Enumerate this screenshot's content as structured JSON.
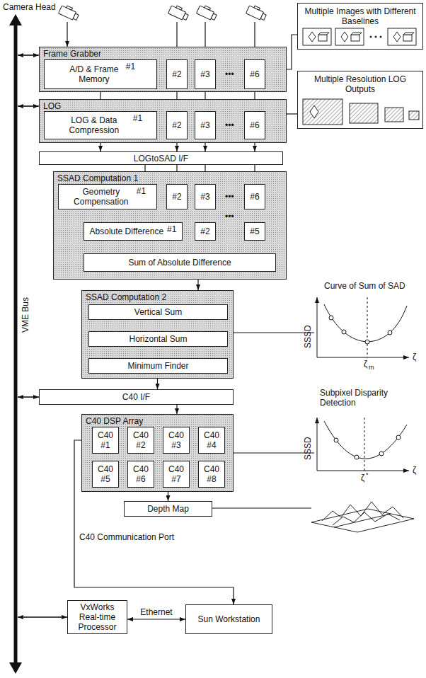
{
  "diagram": {
    "nodes": [
      {
        "text": [
          "Frame Grabber"
        ]
      },
      {
        "text": [
          "A/D & Frame Memory",
          "#1"
        ],
        "in": 0
      },
      {
        "text": [
          "#2"
        ],
        "in": 0
      },
      {
        "text": [
          "#3"
        ],
        "in": 0
      },
      {
        "text": [
          "#6"
        ],
        "in": 0
      },
      {
        "text": [
          "Multiple Images with Different Baselines"
        ]
      },
      {
        "text": [
          "LOG"
        ]
      },
      {
        "text": [
          "LOG & Data Compression",
          "#1"
        ],
        "in": 6
      },
      {
        "text": [
          "#2"
        ],
        "in": 6
      },
      {
        "text": [
          "#3"
        ],
        "in": 6
      },
      {
        "text": [
          "#6"
        ],
        "in": 6
      },
      {
        "text": [
          "Multiple Resolution LOG Outputs"
        ]
      },
      {
        "text": [
          "LOGtoSAD I/F"
        ]
      },
      {
        "text": [
          "SSAD Computation 1"
        ]
      },
      {
        "text": [
          "Geometry Compensation",
          "#1"
        ],
        "in": 13
      },
      {
        "text": [
          "#2"
        ],
        "in": 13
      },
      {
        "text": [
          "#3"
        ],
        "in": 13
      },
      {
        "text": [
          "#6"
        ],
        "in": 13
      },
      {
        "text": [
          "Absolute Difference",
          "#1"
        ],
        "in": 13
      },
      {
        "text": [
          "#2"
        ],
        "in": 13
      },
      {
        "text": [
          "#5"
        ],
        "in": 13
      },
      {
        "text": [
          "Sum of Absolute Difference"
        ],
        "in": 13
      },
      {
        "text": [
          "SSAD Computation 2"
        ]
      },
      {
        "text": [
          "Vertical Sum"
        ],
        "in": 22
      },
      {
        "text": [
          "Horizontal Sum"
        ],
        "in": 22
      },
      {
        "text": [
          "Minimum Finder"
        ],
        "in": 22
      },
      {
        "text": [
          "C40 I/F"
        ]
      },
      {
        "text": [
          "C40 DSP Array"
        ]
      },
      {
        "text": [
          "C40 #1"
        ],
        "in": 27
      },
      {
        "text": [
          "C40 #2"
        ],
        "in": 27
      },
      {
        "text": [
          "C40 #3"
        ],
        "in": 27
      },
      {
        "text": [
          "C40 #4"
        ],
        "in": 27
      },
      {
        "text": [
          "C40 #5"
        ],
        "in": 27
      },
      {
        "text": [
          "C40 #6"
        ],
        "in": 27
      },
      {
        "text": [
          "C40 #7"
        ],
        "in": 27
      },
      {
        "text": [
          "C40 #8"
        ],
        "in": 27
      },
      {
        "text": [
          "Depth Map"
        ]
      },
      {
        "text": [
          "VxWorks Real-time Processor"
        ]
      },
      {
        "text": [
          "Sun Workstation"
        ]
      }
    ],
    "edges": [
      {
        "from": 1,
        "to": 7,
        "arrow": "to"
      },
      {
        "from": 2,
        "to": 8,
        "arrow": "to"
      },
      {
        "from": 3,
        "to": 9,
        "arrow": "to"
      },
      {
        "from": 4,
        "to": 10,
        "arrow": "to"
      },
      {
        "from": 7,
        "to": 12,
        "arrow": "to"
      },
      {
        "from": 8,
        "to": 12,
        "arrow": "to"
      },
      {
        "from": 9,
        "to": 12,
        "arrow": "to"
      },
      {
        "from": 10,
        "to": 12,
        "arrow": "to"
      },
      {
        "from": 12,
        "to": 14,
        "arrow": "to"
      },
      {
        "from": 12,
        "to": 15,
        "arrow": "to"
      },
      {
        "from": 12,
        "to": 16,
        "arrow": "to"
      },
      {
        "from": 12,
        "to": 17,
        "arrow": "to"
      },
      {
        "from": 14,
        "to": 18,
        "arrow": "to"
      },
      {
        "from": 15,
        "to": 18,
        "arrow": "to"
      },
      {
        "from": 16,
        "to": 19,
        "arrow": "to"
      },
      {
        "from": 17,
        "to": 20,
        "arrow": "to"
      },
      {
        "from": 18,
        "to": 19,
        "arrow": "to"
      },
      {
        "from": 19,
        "to": 20,
        "arrow": "to"
      },
      {
        "from": 18,
        "to": 21,
        "arrow": "to"
      },
      {
        "from": 19,
        "to": 21,
        "arrow": "to"
      },
      {
        "from": 20,
        "to": 21,
        "arrow": "to"
      },
      {
        "from": 13,
        "to": 22,
        "arrow": "to"
      },
      {
        "from": 22,
        "to": 26,
        "arrow": "to"
      },
      {
        "from": 26,
        "to": 27,
        "arrow": "to"
      },
      {
        "from": 27,
        "to": 36,
        "arrow": "to"
      },
      {
        "from": 28,
        "to": 29,
        "arrow": "none"
      },
      {
        "from": 29,
        "to": 30,
        "arrow": "none"
      },
      {
        "from": 30,
        "to": 31,
        "arrow": "none"
      },
      {
        "from": 32,
        "to": 33,
        "arrow": "none"
      },
      {
        "from": 33,
        "to": 34,
        "arrow": "none"
      },
      {
        "from": 34,
        "to": 35,
        "arrow": "none"
      },
      {
        "from": 28,
        "to": 32,
        "arrow": "none"
      },
      {
        "from": 29,
        "to": 33,
        "arrow": "none"
      },
      {
        "from": 30,
        "to": 34,
        "arrow": "none"
      },
      {
        "from": 31,
        "to": 35,
        "arrow": "none"
      },
      {
        "from": 28,
        "to": 38,
        "arrow": "both"
      },
      {
        "from": 37,
        "to": 38,
        "label": "Ethernet",
        "arrow": "both"
      },
      {
        "from": 0,
        "to": 5,
        "arrow": "none"
      },
      {
        "from": 6,
        "to": 11,
        "arrow": "none"
      }
    ],
    "labels": [
      "Camera Head",
      "VME Bus",
      "•••",
      "•••",
      "•••",
      "•••",
      "Curve of Sum of SAD",
      "SSSD",
      "ζ",
      "m",
      "ζ",
      "Subpixel Disparity Detection",
      "SSSD",
      "ζ",
      "*",
      "ζ",
      "C40 Communication Port"
    ]
  }
}
